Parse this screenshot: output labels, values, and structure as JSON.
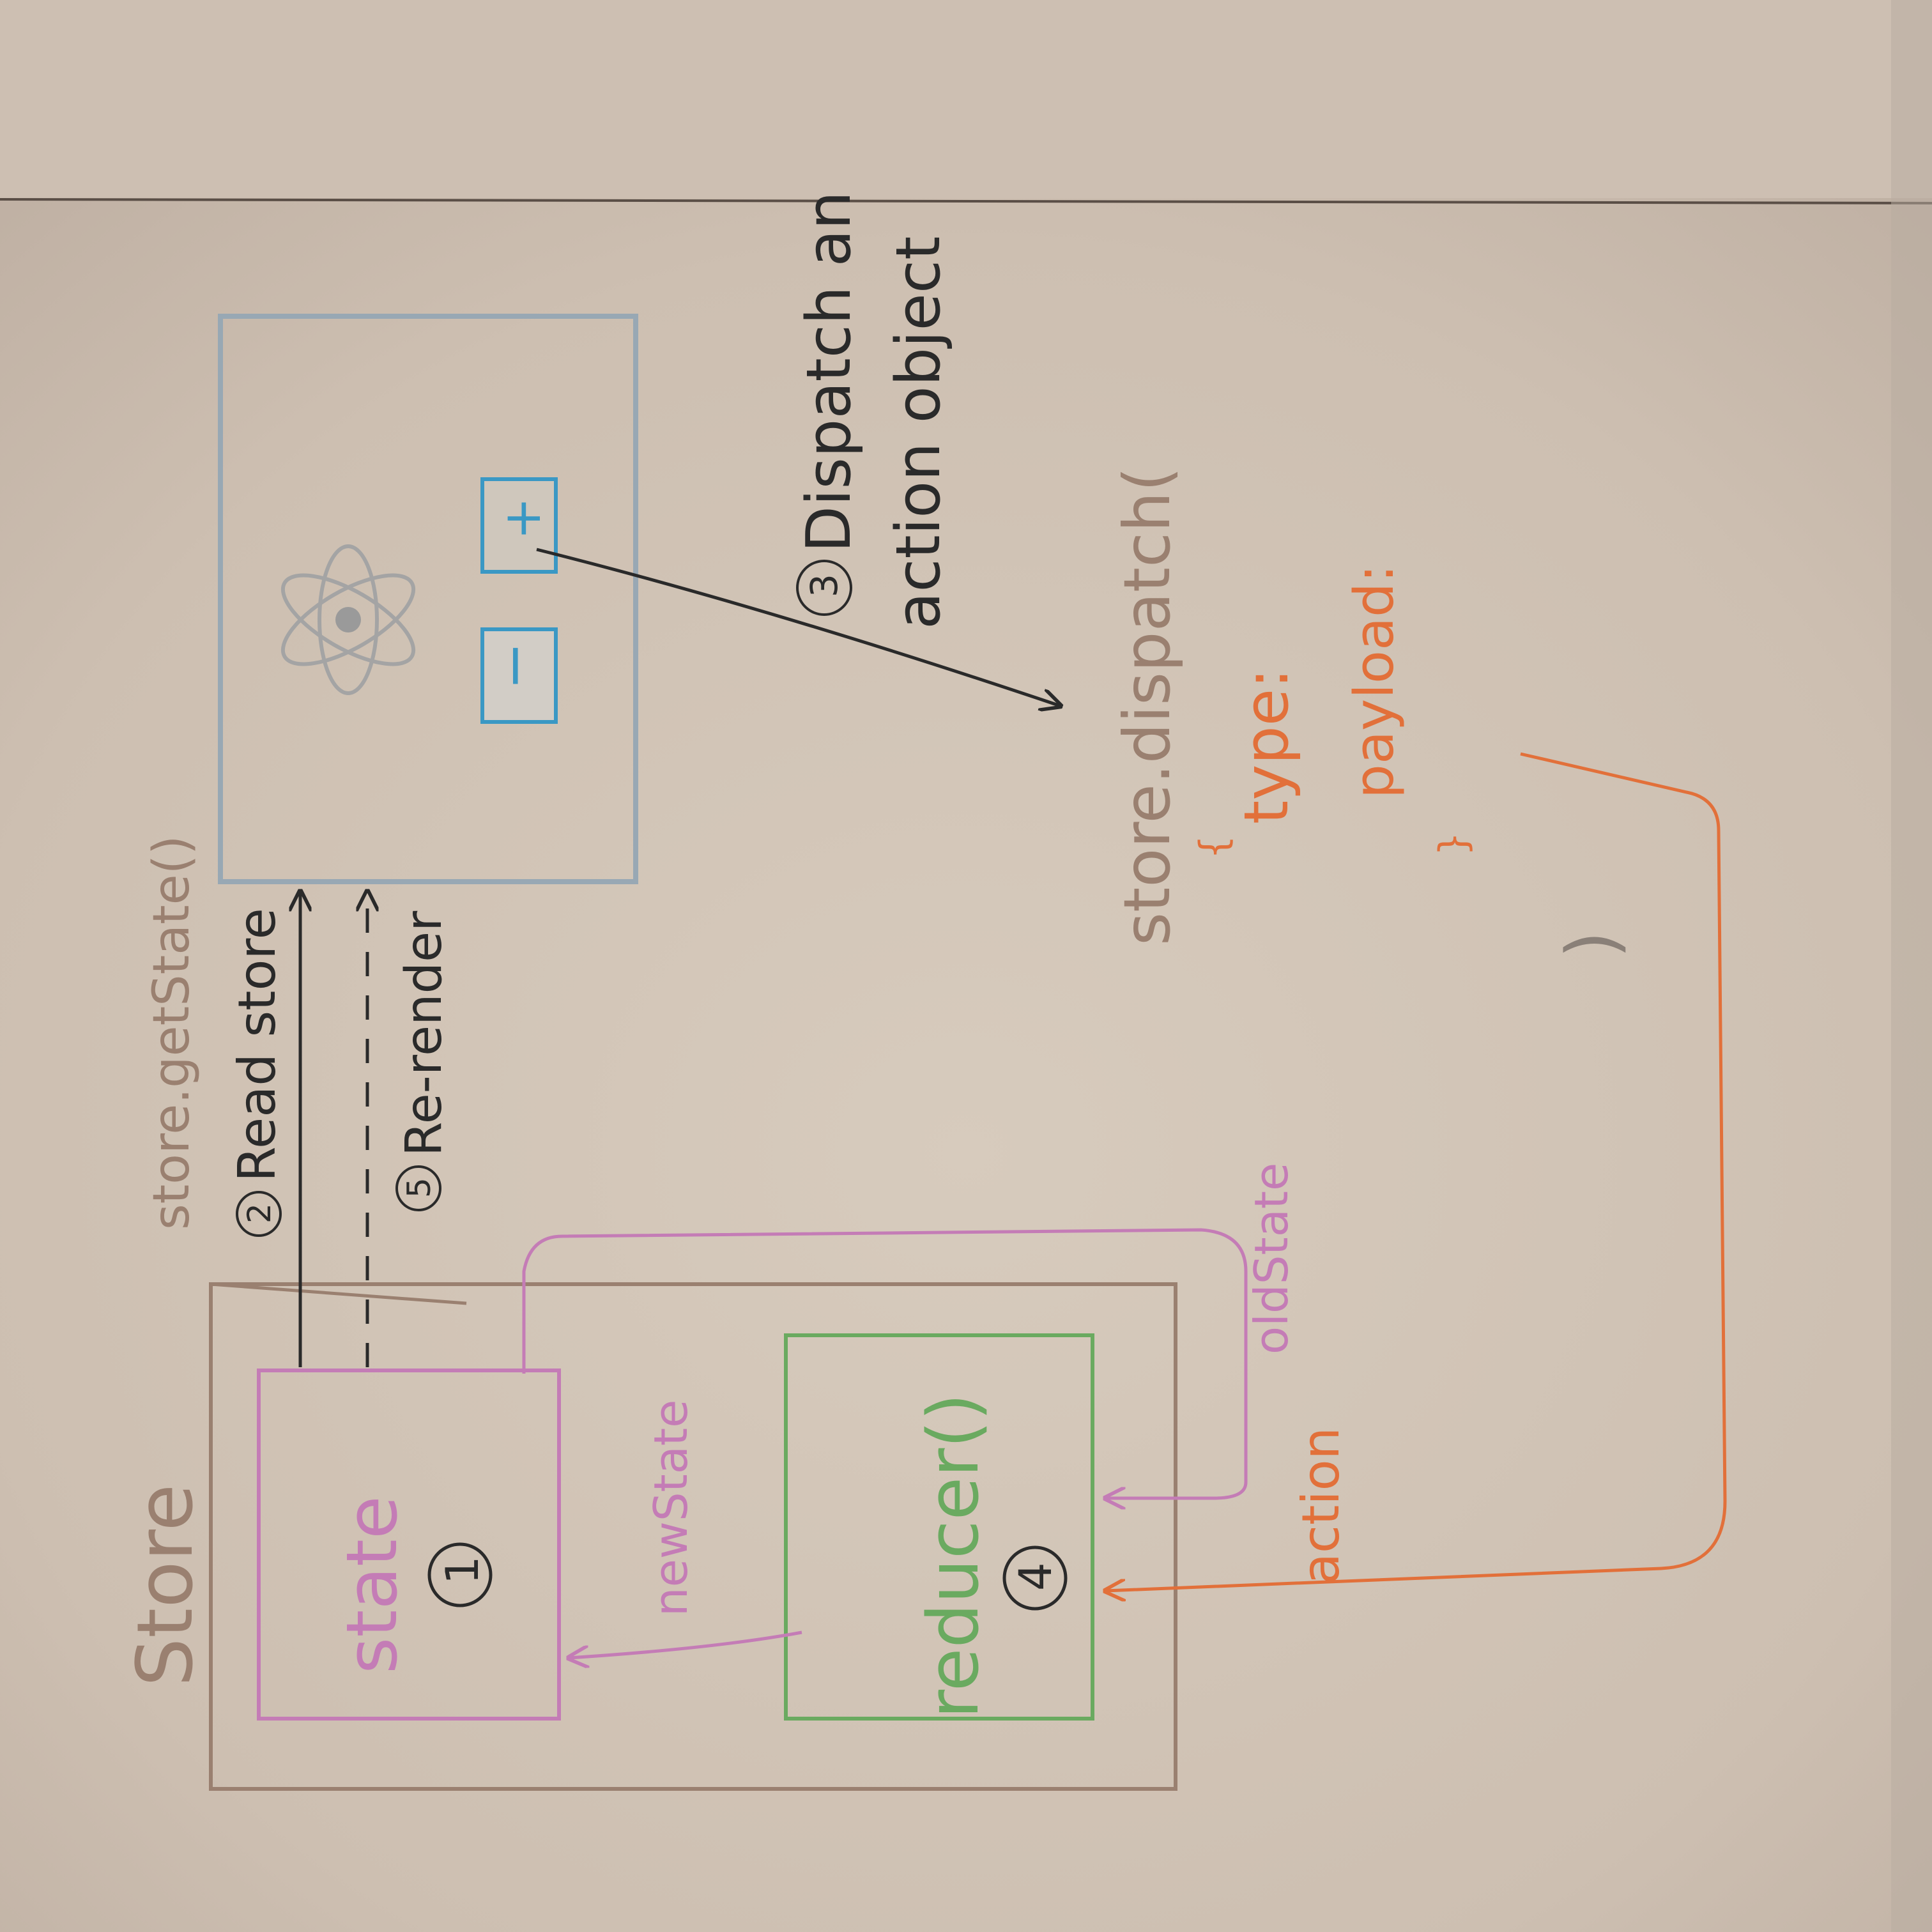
{
  "labels": {
    "store": "Store",
    "get_state": "store.getState()",
    "read_store_step": "2",
    "read_store": "Read store",
    "rerender_step": "5",
    "rerender": "Re-render",
    "dispatch_step": "3",
    "dispatch_line1": "Dispatch an",
    "dispatch_line2": "action object",
    "dispatch_call": "store.dispatch(",
    "brace_open": "{",
    "type_key": "type:",
    "payload_key": "payload:",
    "brace_close": "}",
    "paren_close": ")",
    "state": "state",
    "state_step": "1",
    "reducer": "reducer()",
    "reducer_step": "4",
    "new_state": "newState",
    "old_state": "oldState",
    "action": "action",
    "minus_button": "−",
    "plus_button": "+"
  },
  "icons": {
    "react_logo": "react-atom-icon"
  },
  "colors": {
    "paper": "#d8cec3",
    "store_outline": "#9a8070",
    "component_outline": "#98a8b4",
    "state_pink": "#c47cb6",
    "reducer_green": "#6aaa60",
    "action_orange": "#e2703a",
    "ink_black": "#2a2a2a",
    "button_blue": "#3a98c4"
  }
}
